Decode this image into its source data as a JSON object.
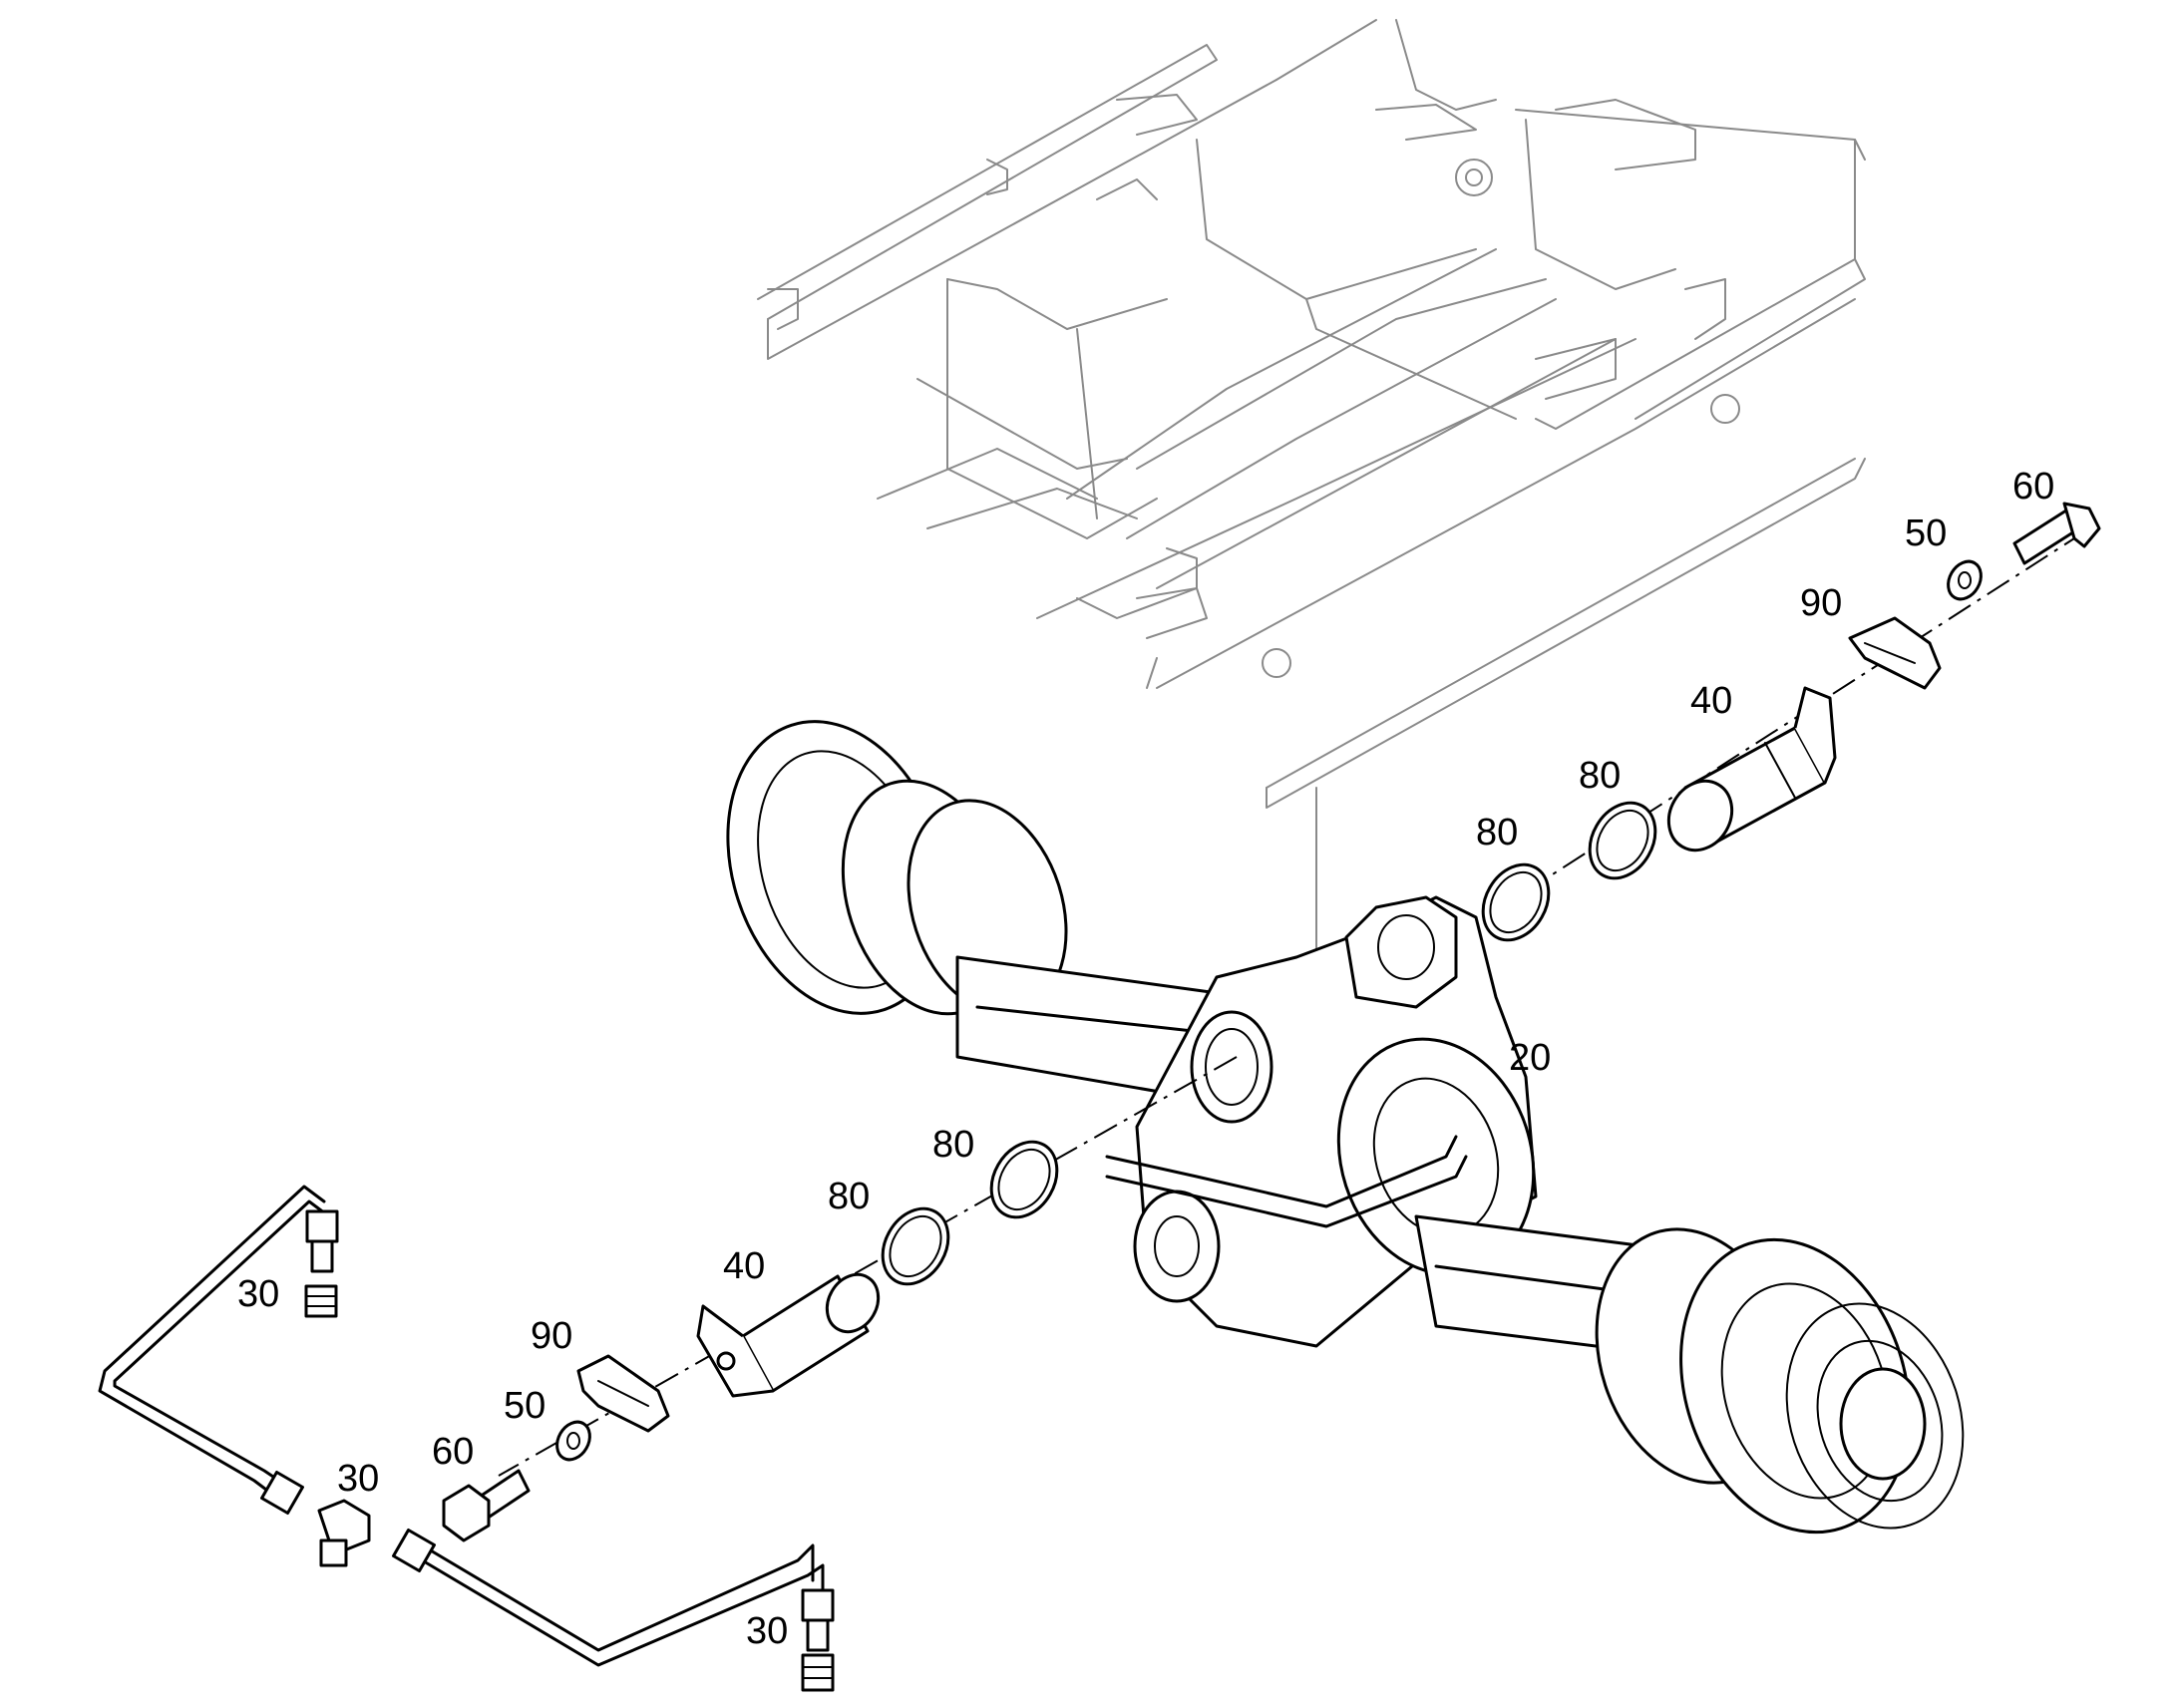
{
  "callouts": {
    "c20": "20",
    "c30_top": "30",
    "c30_mid": "30",
    "c30_bottom": "30",
    "c40_upper": "40",
    "c40_lower": "40",
    "c50_upper": "50",
    "c50_lower": "50",
    "c60_upper": "60",
    "c60_lower": "60",
    "c80_upper_a": "80",
    "c80_upper_b": "80",
    "c80_lower_a": "80",
    "c80_lower_b": "80",
    "c90_upper": "90",
    "c90_lower": "90"
  }
}
